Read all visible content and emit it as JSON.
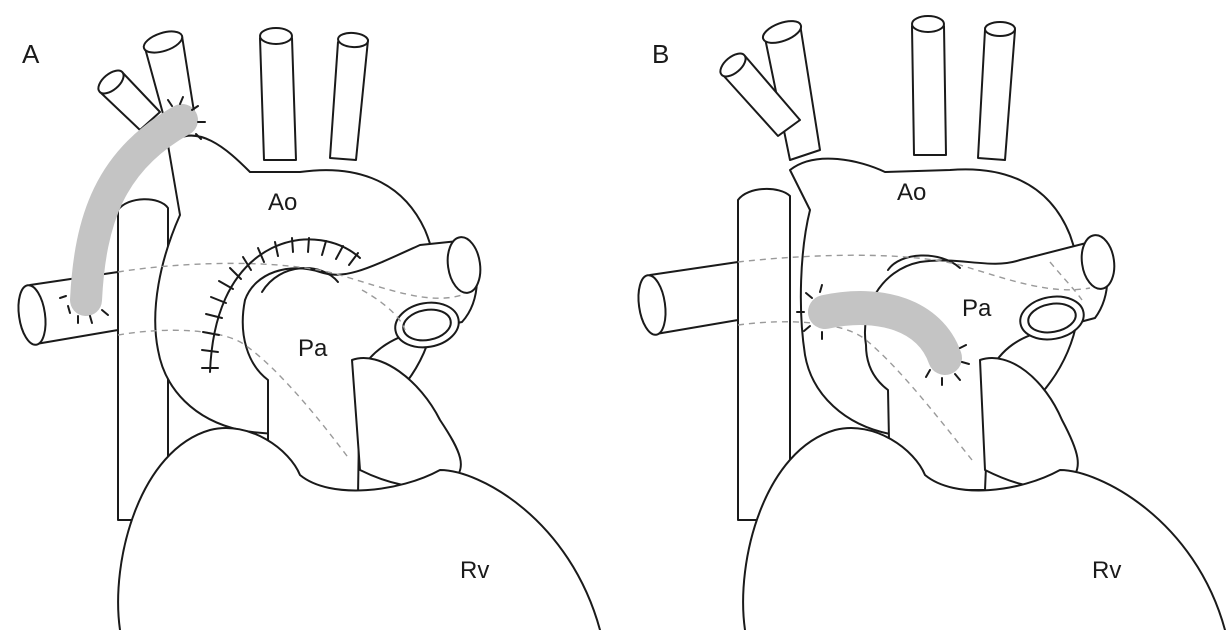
{
  "panels": [
    {
      "label": "A",
      "structures": {
        "aorta": "Ao",
        "pulmonary_artery": "Pa",
        "right_ventricle": "Rv"
      }
    },
    {
      "label": "B",
      "structures": {
        "aorta": "Ao",
        "pulmonary_artery": "Pa",
        "right_ventricle": "Rv"
      }
    }
  ],
  "colors": {
    "outline": "#1a1a1a",
    "graft_fill": "#c4c4c4",
    "hidden_line": "#9a9a9a",
    "background": "#ffffff"
  }
}
